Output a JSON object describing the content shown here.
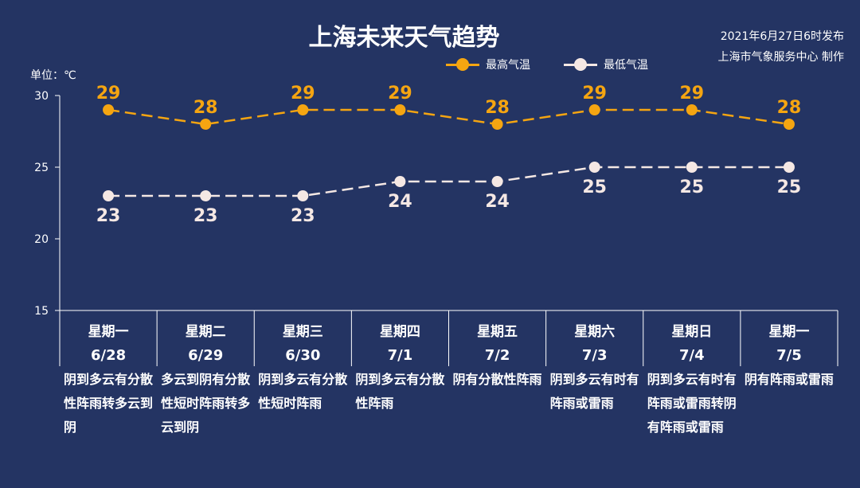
{
  "title": "上海未来天气趋势",
  "published": "2021年6月27日6时发布",
  "producer": "上海市气象服务中心 制作",
  "unit": "单位：℃",
  "colors": {
    "high": "#f5a511",
    "low": "#f5e8e4",
    "bg": "#243463"
  },
  "chart_data": {
    "type": "line",
    "ylim": [
      15,
      30
    ],
    "yticks": [
      15,
      20,
      25,
      30
    ],
    "weekdays": [
      "星期一",
      "星期二",
      "星期三",
      "星期四",
      "星期五",
      "星期六",
      "星期日",
      "星期一"
    ],
    "categories": [
      "6/28",
      "6/29",
      "6/30",
      "7/1",
      "7/2",
      "7/3",
      "7/4",
      "7/5"
    ],
    "series": [
      {
        "name": "最高气温",
        "values": [
          29,
          28,
          29,
          29,
          28,
          29,
          29,
          28
        ]
      },
      {
        "name": "最低气温",
        "values": [
          23,
          23,
          23,
          24,
          24,
          25,
          25,
          25
        ]
      }
    ],
    "descriptions": [
      "阴到多云有分散性阵雨转多云到阴",
      "多云到阴有分散性短时阵雨转多云到阴",
      "阴到多云有分散性短时阵雨",
      "阴到多云有分散性阵雨",
      "阴有分散性阵雨",
      "阴到多云有时有阵雨或雷雨",
      "阴到多云有时有阵雨或雷雨转阴有阵雨或雷雨",
      "阴有阵雨或雷雨"
    ]
  }
}
